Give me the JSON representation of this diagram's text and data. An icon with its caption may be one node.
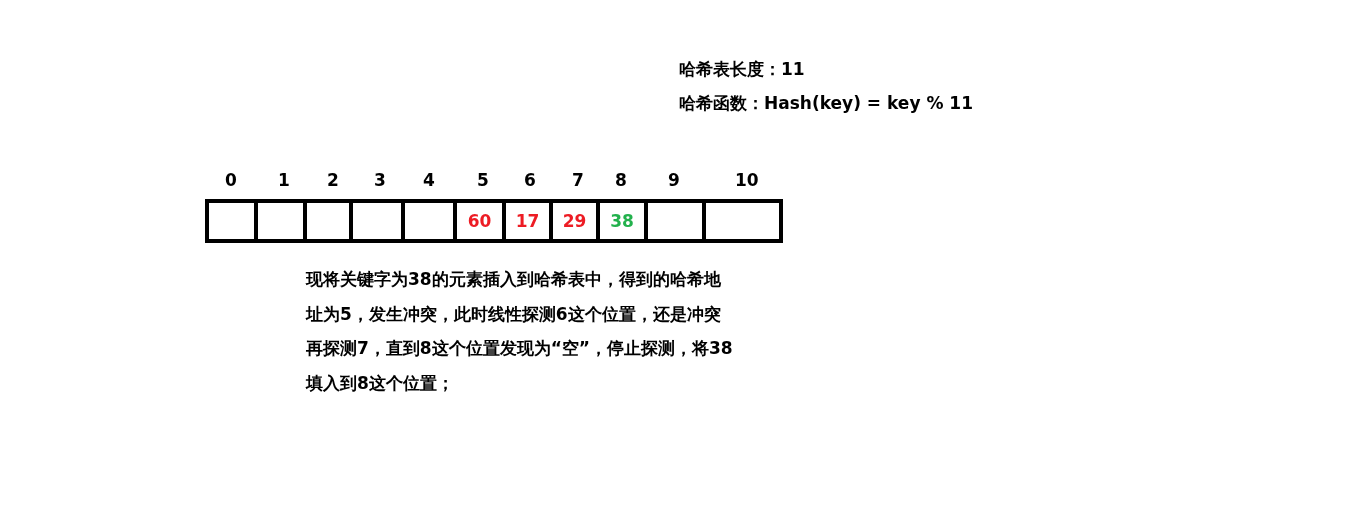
{
  "diagram": {
    "nodes": [
      {
        "text": [],
        "shape": "box",
        "beside": [
          "0"
        ]
      },
      {
        "text": [],
        "shape": "box",
        "beside": [
          "1"
        ]
      },
      {
        "text": [],
        "shape": "box",
        "beside": [
          "2"
        ]
      },
      {
        "text": [],
        "shape": "box",
        "beside": [
          "3"
        ]
      },
      {
        "text": [],
        "shape": "box",
        "beside": [
          "4"
        ]
      },
      {
        "text": [
          "60"
        ],
        "beside": [
          "5"
        ]
      },
      {
        "text": [
          "17"
        ],
        "beside": [
          "6"
        ]
      },
      {
        "text": [
          "29"
        ],
        "beside": [
          "7"
        ]
      },
      {
        "text": [
          "38"
        ],
        "beside": [
          "8"
        ]
      },
      {
        "text": [],
        "shape": "box",
        "beside": [
          "9"
        ]
      },
      {
        "text": [],
        "shape": "box",
        "beside": [
          "10"
        ]
      }
    ],
    "edges": [],
    "labels": [
      "哈希表长度：11",
      "哈希函数：Hash(key) = key % 11",
      "现将关键字为38的元素插入到哈希表中，得到的哈希地址为5，发生冲突，此时线性探测6这个位置，还是冲突再探测7，直到8这个位置发现为“空”，停止探测，将38填入到8这个位置；"
    ]
  }
}
